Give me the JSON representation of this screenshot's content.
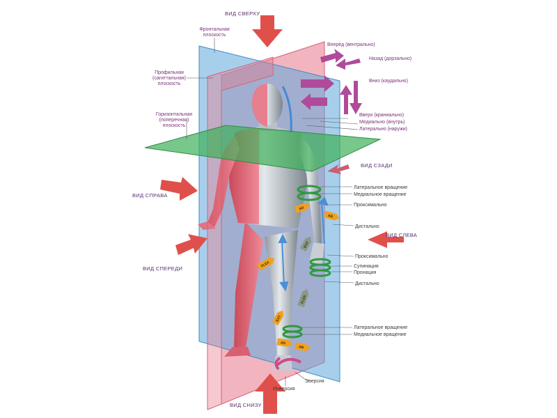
{
  "views": {
    "top": "ВИД СВЕРХУ",
    "back": "ВИД СЗАДИ",
    "right": "ВИД СПРАВА",
    "left": "ВИД СЛЕВА",
    "front": "ВИД СПЕРЕДИ",
    "bottom": "ВИД СНИЗУ"
  },
  "planes": {
    "frontal": [
      "Фронтальная",
      "плоскость"
    ],
    "sagittal": [
      "Профильная",
      "(сагиттальная)",
      "плоскость"
    ],
    "horizontal": [
      "Горизонтальная",
      "(поперечная)",
      "плоскость"
    ]
  },
  "directions": {
    "forward": "Вперёд (вентрально)",
    "backward": "Назад (дорзально)",
    "down": "Вниз (каудально)",
    "up": "Вверх (краниально)",
    "medial": "Медиально (внутрь)",
    "lateral": "Латерально (наружи)"
  },
  "movements": {
    "lat_rot_1": "Латеральное вращение",
    "med_rot_1": "Медиальное вращение",
    "proximal_1": "Проксимально",
    "distal_1": "Дистально",
    "proximal_2": "Проксимально",
    "supination": "Супинация",
    "pronation": "Пронация",
    "distal_2": "Дистально",
    "lat_rot_2": "Латеральное вращение",
    "med_rot_2": "Медиальное вращение",
    "eversion": "Эверсия",
    "inversion": "Инверсия"
  },
  "tags": {
    "ad_arm": "AD",
    "ab_arm": "AB",
    "ext_arm": "EXT",
    "flex_arm": "FLEX",
    "flex_leg": "FLEX",
    "ext_leg": "EXT",
    "ad_leg": "AD",
    "ab_leg": "AB"
  },
  "colors": {
    "sagittal_plane": "#e8788a",
    "frontal_plane": "#5fa8dc",
    "horizontal_plane": "#3fb05a",
    "view_arrow": "#e0504a",
    "direction_arrow": "#b04a9a",
    "rotation": "#2e9a3e",
    "tag": "#f0a020",
    "label_text": "#7a2f7a"
  }
}
